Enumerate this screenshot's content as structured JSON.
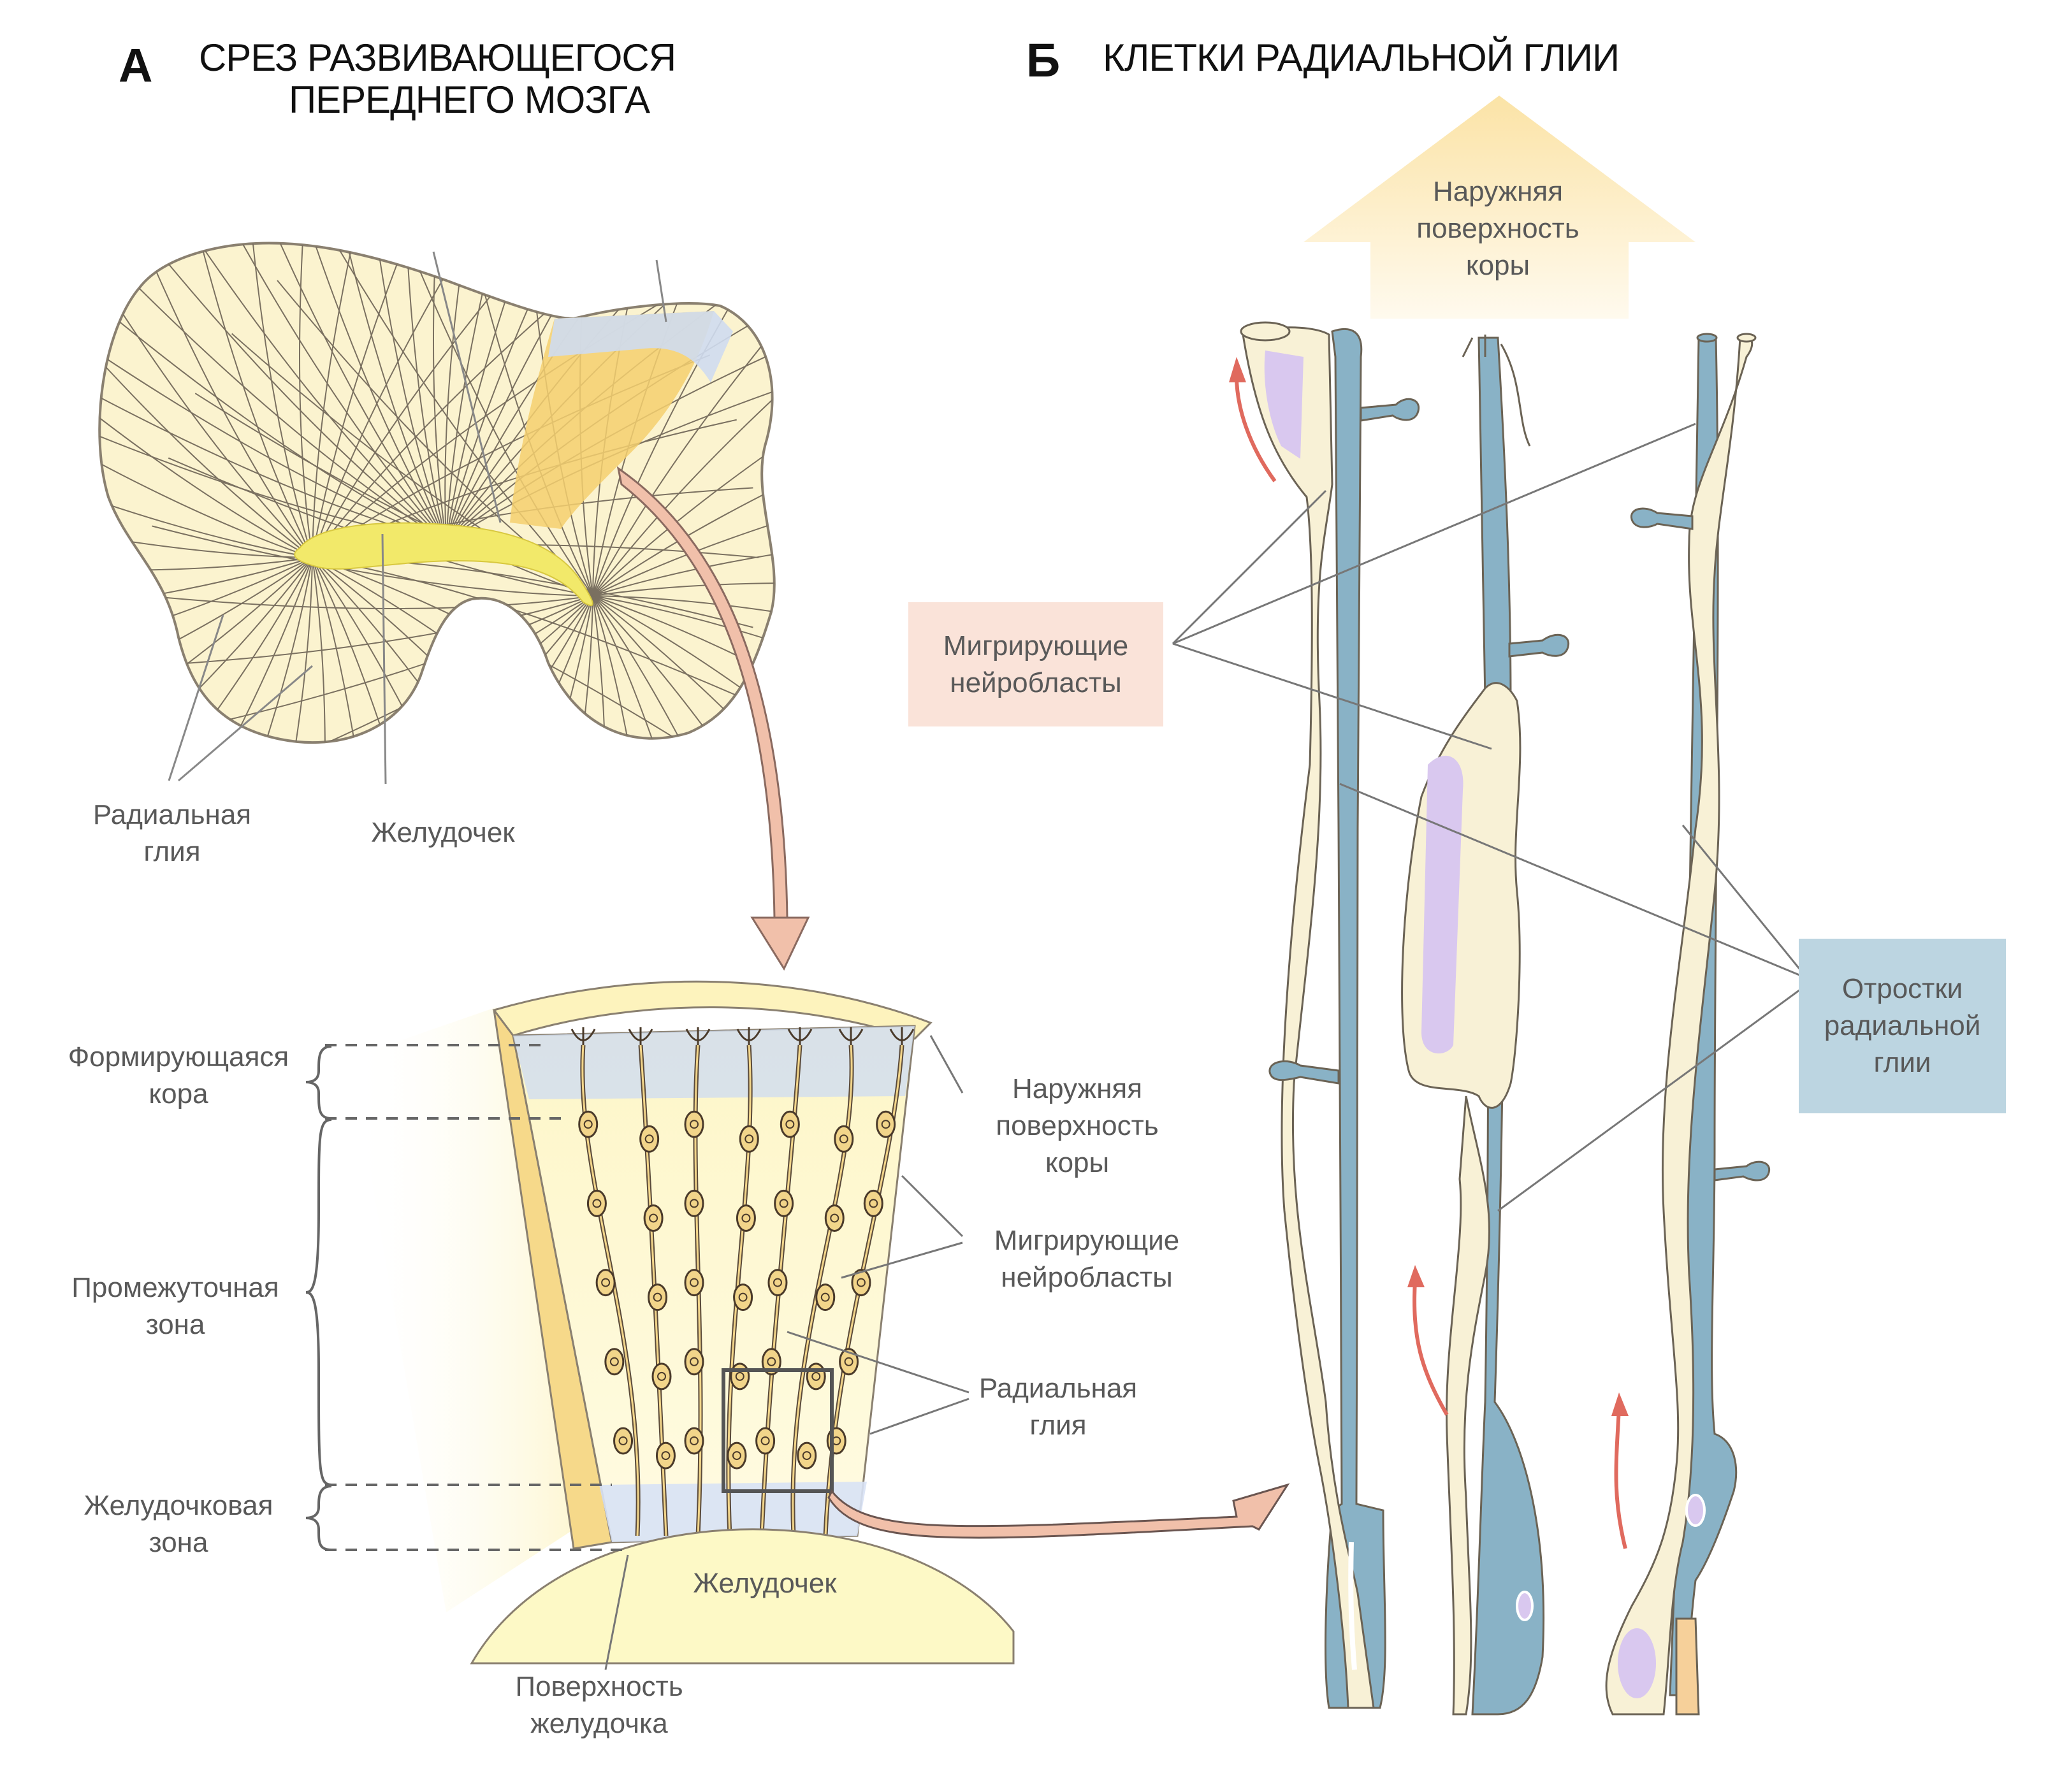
{
  "panel_a": {
    "letter": "А",
    "title_line1": "СРЕЗ РАЗВИВАЮЩЕГОСЯ",
    "title_line2": "ПЕРЕДНЕГО МОЗГА",
    "labels": {
      "radial_glia": [
        "Радиальная",
        "глия"
      ],
      "ventricle_top": [
        "Желудочек"
      ],
      "forming_cortex": [
        "Формирующаяся",
        "кора"
      ],
      "intermediate_zone": [
        "Промежуточная",
        "зона"
      ],
      "ventricular_zone": [
        "Желудочковая",
        "зона"
      ],
      "outer_surface": [
        "Наружняя",
        "поверхность",
        "коры"
      ],
      "migrating_neuroblasts": [
        "Мигрирующие",
        "нейробласты"
      ],
      "radial_glia_right": [
        "Радиальная",
        "глия"
      ],
      "ventricle_bottom": [
        "Желудочек"
      ],
      "ventricle_surface": [
        "Поверхность",
        "желудочка"
      ]
    }
  },
  "panel_b": {
    "letter": "Б",
    "title": "КЛЕТКИ РАДИАЛЬНОЙ ГЛИИ",
    "arrow_label": [
      "Наружняя",
      "поверхность",
      "коры"
    ],
    "neuroblasts_box": [
      "Мигрирующие",
      "нейробласты"
    ],
    "glia_box": [
      "Отростки",
      "радиальной",
      "глии"
    ]
  },
  "colors": {
    "tissue": "#fbf3cf",
    "tissue_line": "#7a7060",
    "ventricle": "#f2e96a",
    "cortex_highlight": "#f4cf6e",
    "cortex_blue": "#cfdcf0",
    "arrow_pink": "#f1c0aa",
    "glia_blue": "#89b2c6",
    "neuroblast_cream": "#f8f1d6",
    "nucleus_lilac": "#d9c8ef",
    "migration_red": "#e06a5e",
    "neuroblast_box_bg": "#fae3d9",
    "glia_box_bg": "#bcd5e1",
    "outer_arrow": "#fbe7ae",
    "label_text": "#595959"
  }
}
